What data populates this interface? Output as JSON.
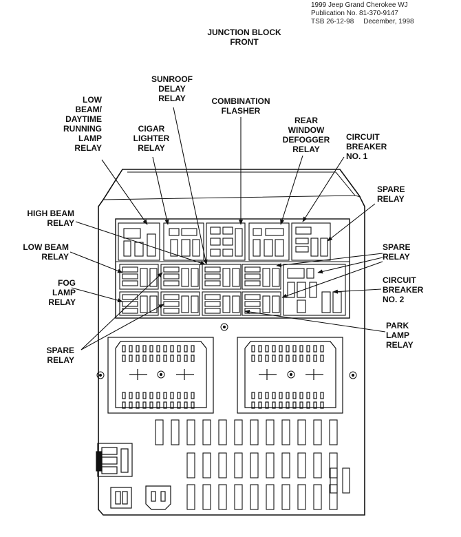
{
  "header": {
    "lines": [
      "1999 Jeep Grand Cherokee WJ",
      "Publication No. 81-370-9147",
      "TSB 26-12-98     December, 1998"
    ]
  },
  "title": {
    "lines": [
      "JUNCTION BLOCK",
      "FRONT"
    ]
  },
  "labels": {
    "low_beam_daytime": [
      "LOW",
      "BEAM/",
      "DAYTIME",
      "RUNNING",
      "LAMP",
      "RELAY"
    ],
    "cigar_lighter": [
      "CIGAR",
      "LIGHTER",
      "RELAY"
    ],
    "sunroof_delay": [
      "SUNROOF",
      "DELAY",
      "RELAY"
    ],
    "combination_flasher": [
      "COMBINATION",
      "FLASHER"
    ],
    "rear_window_defogger": [
      "REAR",
      "WINDOW",
      "DEFOGGER",
      "RELAY"
    ],
    "circuit_breaker_1": [
      "CIRCUIT",
      "BREAKER",
      "NO. 1"
    ],
    "spare_relay_top": [
      "SPARE",
      "RELAY"
    ],
    "high_beam": [
      "HIGH BEAM",
      "RELAY"
    ],
    "low_beam": [
      "LOW BEAM",
      "RELAY"
    ],
    "spare_relay_right": [
      "SPARE",
      "RELAY"
    ],
    "fog_lamp": [
      "FOG",
      "LAMP",
      "RELAY"
    ],
    "circuit_breaker_2": [
      "CIRCUIT",
      "BREAKER",
      "NO. 2"
    ],
    "park_lamp": [
      "PARK",
      "LAMP",
      "RELAY"
    ],
    "spare_relay_left": [
      "SPARE",
      "RELAY"
    ]
  }
}
